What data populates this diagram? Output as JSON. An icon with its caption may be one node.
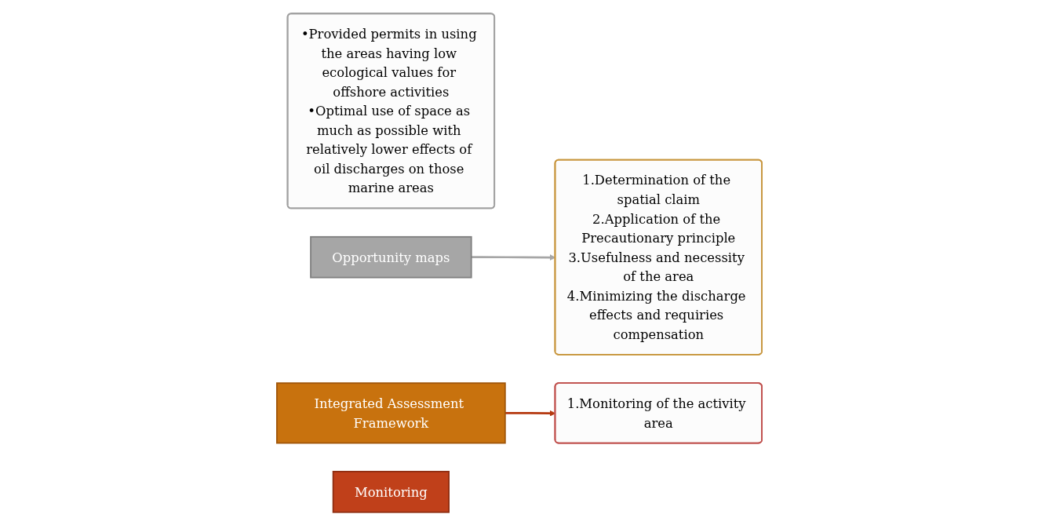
{
  "diagram": {
    "nodes": [
      {
        "text": [
          "•Provided permits in using the areas having low ecological values for offshore activities",
          "•Optimal use of space as much as possible with relatively lower effects of oil discharges on those marine areas"
        ]
      },
      {
        "text": [
          "Opportunity maps"
        ]
      },
      {
        "text": [
          "1.Determination of the spatial claim",
          "2.Application of the Precautionary principle",
          "3.Usefulness and necessity of the area",
          "4.Minimizing the discharge effects and requiries compensation"
        ]
      },
      {
        "text": [
          "Integrated Assessment Framework"
        ]
      },
      {
        "text": [
          "1.Monitoring of the activity area"
        ]
      },
      {
        "text": [
          "Monitoring"
        ]
      }
    ],
    "edges": [
      {
        "from": 1,
        "to": 2,
        "arrow": "to",
        "color": "#a6a6a6"
      },
      {
        "from": 3,
        "to": 4,
        "arrow": "to",
        "color": "#b5380f"
      }
    ]
  }
}
